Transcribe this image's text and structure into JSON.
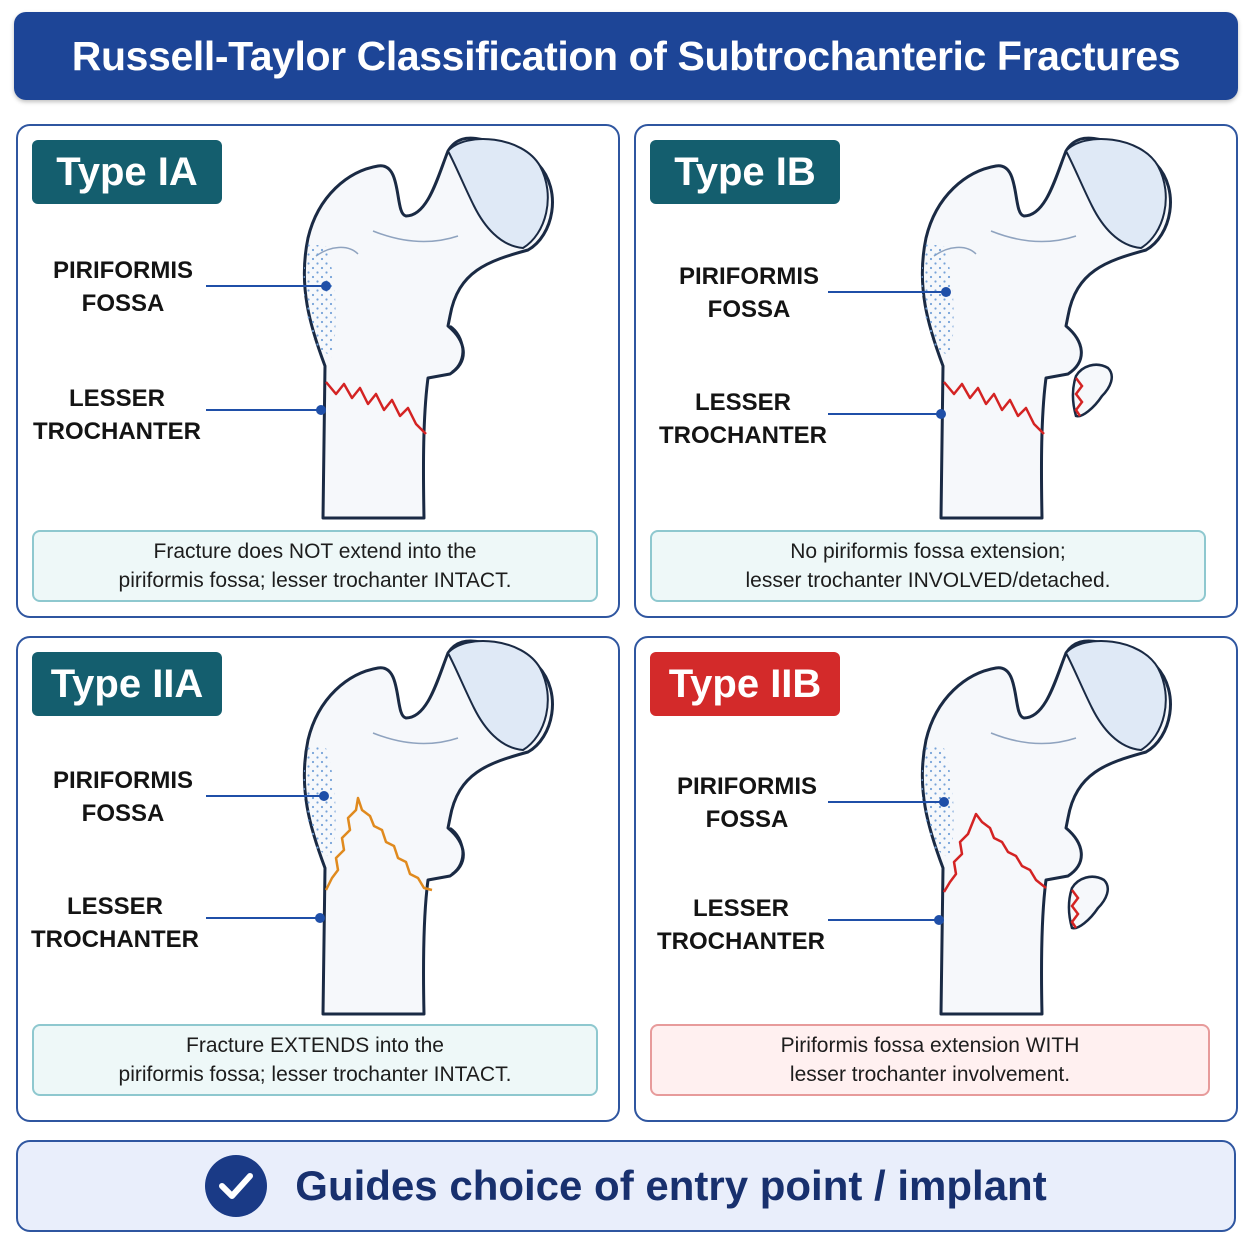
{
  "title": "Russell-Taylor Classification of Subtrochanteric Fractures",
  "colors": {
    "title_bg": "#1d4597",
    "type_label_teal": "#145e6e",
    "type_label_red": "#d32a2a",
    "fracture_red": "#d42323",
    "fracture_orange": "#e08a1e",
    "leader_line": "#1f4fa8"
  },
  "panels": [
    {
      "id": "ia",
      "type_label": "Type IA",
      "label_color": "teal",
      "annotation_top": [
        "PIRIFORMIS",
        "FOSSA"
      ],
      "annotation_bottom": [
        "LESSER",
        "TROCHANTER"
      ],
      "caption": [
        "Fracture does NOT extend into the",
        "piriformis fossa; lesser trochanter INTACT."
      ],
      "piriformis_fossa_involved": false,
      "lesser_trochanter_detached": false
    },
    {
      "id": "ib",
      "type_label": "Type IB",
      "label_color": "teal",
      "annotation_top": [
        "PIRIFORMIS",
        "FOSSA"
      ],
      "annotation_bottom": [
        "LESSER",
        "TROCHANTER"
      ],
      "caption": [
        "No piriformis fossa extension;",
        "lesser trochanter INVOLVED/detached."
      ],
      "piriformis_fossa_involved": false,
      "lesser_trochanter_detached": true
    },
    {
      "id": "iia",
      "type_label": "Type IIA",
      "label_color": "teal",
      "annotation_top": [
        "PIRIFORMIS",
        "FOSSA"
      ],
      "annotation_bottom": [
        "LESSER",
        "TROCHANTER"
      ],
      "caption": [
        "Fracture EXTENDS into the",
        "piriformis fossa; lesser trochanter INTACT."
      ],
      "piriformis_fossa_involved": true,
      "lesser_trochanter_detached": false
    },
    {
      "id": "iib",
      "type_label": "Type IIB",
      "label_color": "red",
      "annotation_top": [
        "PIRIFORMIS",
        "FOSSA"
      ],
      "annotation_bottom": [
        "LESSER",
        "TROCHANTER"
      ],
      "caption": [
        "Piriformis fossa extension WITH",
        "lesser trochanter involvement."
      ],
      "piriformis_fossa_involved": true,
      "lesser_trochanter_detached": true
    }
  ],
  "footer": {
    "icon": "check-circle-icon",
    "text": "Guides choice of entry point / implant"
  }
}
